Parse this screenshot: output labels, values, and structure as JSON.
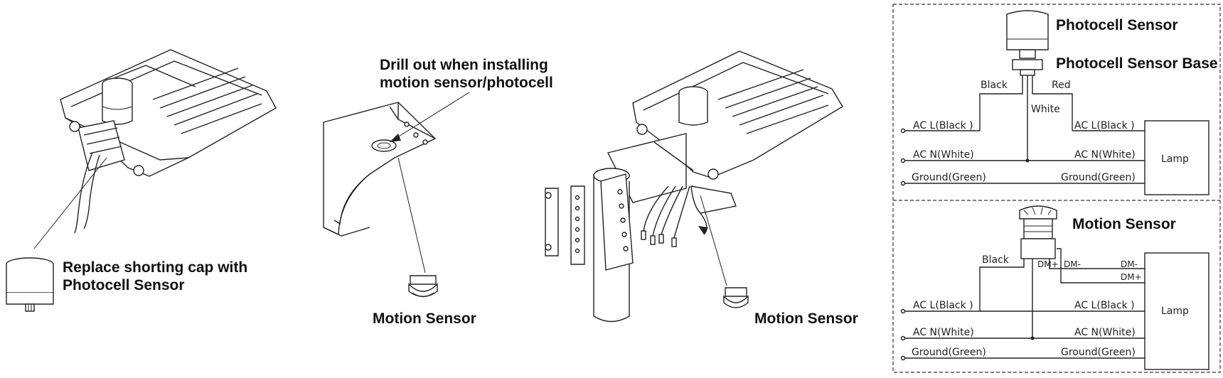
{
  "callouts": {
    "shorting_cap": [
      "Replace shorting cap with",
      "Photocell Sensor"
    ],
    "drill_out": [
      "Drill out when installing",
      "motion sensor/photocell"
    ],
    "motion_sensor_1": "Motion Sensor",
    "motion_sensor_2": "Motion Sensor"
  },
  "wiring_photocell": {
    "title_sensor": "Photocell Sensor",
    "title_base": "Photocell Sensor Base",
    "wire_black": "Black",
    "wire_red": "Red",
    "wire_white": "White",
    "ac_l_left": "AC L(Black )",
    "ac_n_left": "AC N(White)",
    "ground_left": "Ground(Green)",
    "ac_l_right": "AC L(Black )",
    "ac_n_right": "AC N(White)",
    "ground_right": "Ground(Green)",
    "lamp": "Lamp"
  },
  "wiring_motion": {
    "title_sensor": "Motion Sensor",
    "wire_black": "Black",
    "dm_plus_box": "DM+",
    "dm_minus_box": "DM-",
    "dm_minus_lamp": "DM-",
    "dm_plus_lamp": "DM+",
    "ac_l_left": "AC L(Black )",
    "ac_n_left": "AC N(White)",
    "ground_left": "Ground(Green)",
    "ac_l_right": "AC L(Black )",
    "ac_n_right": "AC N(White)",
    "ground_right": "Ground(Green)",
    "lamp": "Lamp"
  }
}
